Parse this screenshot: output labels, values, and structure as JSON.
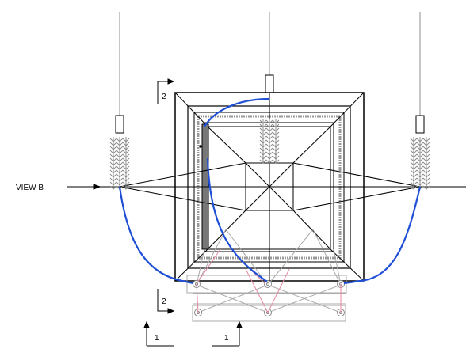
{
  "labels": {
    "view_b": "VIEW B",
    "section_2_top": "2",
    "section_2_bottom": "2",
    "section_1_left": "1",
    "section_1_right": "1"
  },
  "colors": {
    "line": "#000000",
    "grey": "#8c8c8c",
    "light_grey": "#b4b4b4",
    "cable": "#1f4fd6",
    "pink": "#e58aa0",
    "background": "#ffffff"
  },
  "icons": {
    "section_arrow": "section-cut-arrow",
    "insulator": "insulator-stack"
  }
}
